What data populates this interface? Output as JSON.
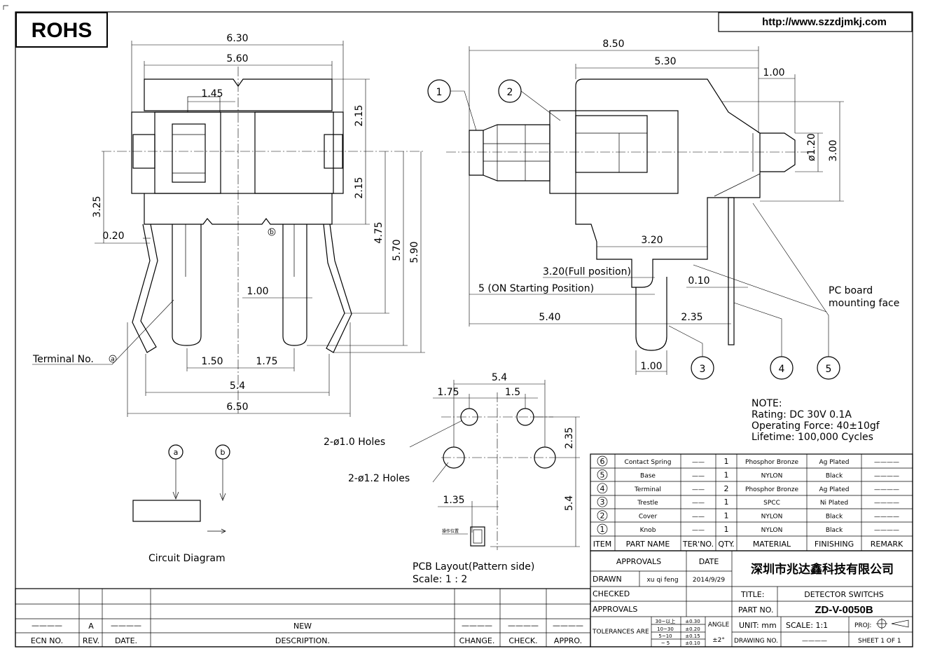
{
  "header": {
    "rohs": "ROHS",
    "url": "http://www.szzdjmkj.com"
  },
  "front": {
    "dims": {
      "w630": "6.30",
      "w560": "5.60",
      "w145": "1.45",
      "h215a": "2.15",
      "h215b": "2.15",
      "h325": "3.25",
      "w020": "0.20",
      "h475": "4.75",
      "h570": "5.70",
      "h590": "5.90",
      "w100": "1.00",
      "w150": "1.50",
      "w175": "1.75",
      "w54": "5.4",
      "w650": "6.50"
    },
    "terminal_label": "Terminal No.",
    "terminal_ref": "a",
    "b_ref": "b"
  },
  "side": {
    "dims": {
      "w850": "8.50",
      "w530": "5.30",
      "w100": "1.00",
      "d120": "ø1.20",
      "h300": "3.00",
      "w320": "3.20",
      "full": "3.20(Full position)",
      "on": "5 (ON Starting Position)",
      "w540": "5.40",
      "w010": "0.10",
      "w235": "2.35",
      "w100b": "1.00"
    },
    "balloons": [
      "1",
      "2",
      "3",
      "4",
      "5"
    ],
    "pcb_label_1": "PC board",
    "pcb_label_2": "mounting face"
  },
  "pcb": {
    "d54": "5.4",
    "d175": "1.75",
    "d15": "1.5",
    "d235": "2.35",
    "d54v": "5.4",
    "d135": "1.35",
    "holes1": "2-ø1.0 Holes",
    "holes2": "2-ø1.2 Holes",
    "title": "PCB Layout(Pattern side)",
    "scale": "Scale: 1 : 2",
    "small_mark": "操作位置"
  },
  "circuit": {
    "a": "a",
    "b": "b",
    "label": "Circuit Diagram"
  },
  "notes": {
    "title": "NOTE:",
    "rating": "Rating: DC 30V 0.1A",
    "force": "Operating Force: 40±10gf",
    "life": "Lifetime: 100,000 Cycles"
  },
  "bom": {
    "rows": [
      {
        "no": "6",
        "part": "Contact Spring",
        "ter": "——",
        "qty": "1",
        "mat": "Phosphor Bronze",
        "fin": "Ag Plated",
        "rem": "————"
      },
      {
        "no": "5",
        "part": "Base",
        "ter": "——",
        "qty": "1",
        "mat": "NYLON",
        "fin": "Black",
        "rem": "————"
      },
      {
        "no": "4",
        "part": "Terminal",
        "ter": "——",
        "qty": "2",
        "mat": "Phosphor Bronze",
        "fin": "Ag Plated",
        "rem": "————"
      },
      {
        "no": "3",
        "part": "Trestle",
        "ter": "——",
        "qty": "1",
        "mat": "SPCC",
        "fin": "Ni Plated",
        "rem": "————"
      },
      {
        "no": "2",
        "part": "Cover",
        "ter": "——",
        "qty": "1",
        "mat": "NYLON",
        "fin": "Black",
        "rem": "————"
      },
      {
        "no": "1",
        "part": "Knob",
        "ter": "——",
        "qty": "1",
        "mat": "NYLON",
        "fin": "Black",
        "rem": "————"
      }
    ],
    "headers": {
      "item": "ITEM",
      "part": "PART NAME",
      "ter": "TER'NO.",
      "qty": "QTY.",
      "mat": "MATERIAL",
      "fin": "FINISHING",
      "rem": "REMARK"
    }
  },
  "title_block": {
    "approvals": "APPROVALS",
    "date": "DATE",
    "company": "深圳市兆达鑫科技有限公司",
    "drawn": "DRAWN",
    "drawn_by": "xu qi feng",
    "drawn_date": "2014/9/29",
    "checked": "CHECKED",
    "approvals2": "APPROVALS",
    "title_label": "TITLE:",
    "title_value": "DETECTOR SWITCHS",
    "part_label": "PART NO.",
    "part_value": "ZD-V-0050B",
    "tolerances": "TOLERANCES ARE",
    "tol_r1": "30~以上",
    "tol_v1": "±0.30",
    "tol_r2": "10~30",
    "tol_v2": "±0.20",
    "tol_r3": "5~10",
    "tol_v3": "±0.15",
    "tol_r4": "~ 5",
    "tol_v4": "±0.10",
    "angle": "ANGLE",
    "angle_v": "±2°",
    "unit": "UNIT: mm",
    "scale": "SCALE:  1:1",
    "proj": "PROJ:",
    "drawing_no": "DRAWING NO.",
    "drawing_no_v": "————",
    "sheet": "SHEET  1 OF 1"
  },
  "revision": {
    "ecn": "————",
    "rev": "A",
    "date": "————",
    "desc": "NEW",
    "change": "————",
    "check": "————",
    "appro": "————",
    "h_ecn": "ECN NO.",
    "h_rev": "REV.",
    "h_date": "DATE.",
    "h_desc": "DESCRIPTION.",
    "h_change": "CHANGE.",
    "h_check": "CHECK.",
    "h_appro": "APPRO."
  }
}
